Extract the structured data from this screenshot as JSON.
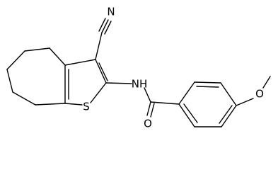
{
  "molecule": {
    "atom_labels": {
      "nitrile_n": "N",
      "sulfur": "S",
      "amide_nh": "NH",
      "carbonyl_o": "O",
      "methoxy_o": "O"
    }
  }
}
